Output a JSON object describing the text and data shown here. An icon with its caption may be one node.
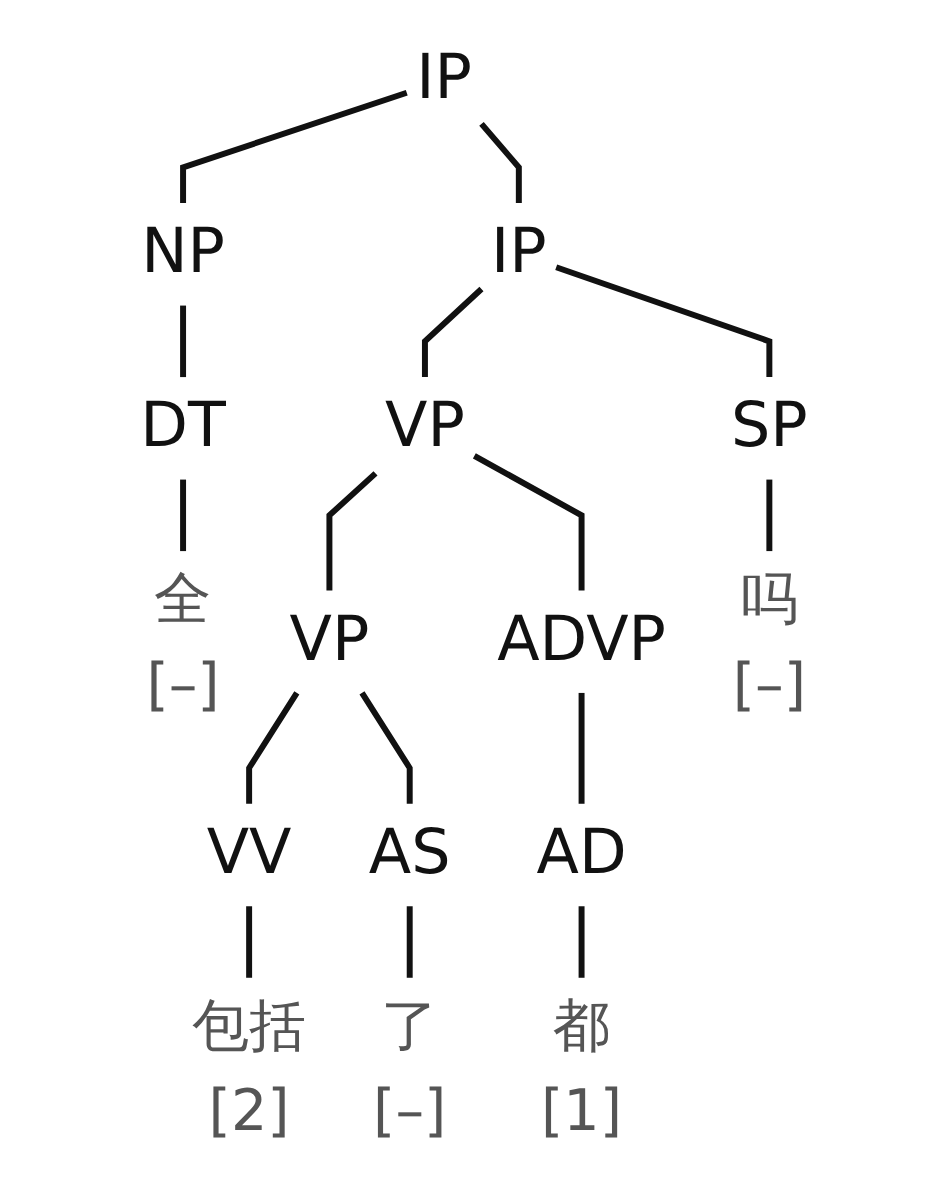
{
  "diagram": {
    "nodes": [
      {
        "text": [
          "IP"
        ]
      },
      {
        "text": [
          "NP"
        ]
      },
      {
        "text": [
          "IP"
        ]
      },
      {
        "text": [
          "DT"
        ]
      },
      {
        "text": [
          "VP"
        ]
      },
      {
        "text": [
          "SP"
        ]
      },
      {
        "text": [
          "全",
          "[–]"
        ]
      },
      {
        "text": [
          "VP"
        ]
      },
      {
        "text": [
          "ADVP"
        ]
      },
      {
        "text": [
          "吗",
          "[–]"
        ]
      },
      {
        "text": [
          "VV"
        ]
      },
      {
        "text": [
          "AS"
        ]
      },
      {
        "text": [
          "AD"
        ]
      },
      {
        "text": [
          "包括",
          "[2]"
        ]
      },
      {
        "text": [
          "了",
          "[–]"
        ]
      },
      {
        "text": [
          "都",
          "[1]"
        ]
      }
    ],
    "edges": [
      {
        "from": 0,
        "to": 1,
        "arrow": "none"
      },
      {
        "from": 0,
        "to": 2,
        "arrow": "none"
      },
      {
        "from": 1,
        "to": 3,
        "arrow": "none"
      },
      {
        "from": 2,
        "to": 4,
        "arrow": "none"
      },
      {
        "from": 2,
        "to": 5,
        "arrow": "none"
      },
      {
        "from": 3,
        "to": 6,
        "arrow": "none"
      },
      {
        "from": 4,
        "to": 7,
        "arrow": "none"
      },
      {
        "from": 4,
        "to": 8,
        "arrow": "none"
      },
      {
        "from": 5,
        "to": 9,
        "arrow": "none"
      },
      {
        "from": 7,
        "to": 10,
        "arrow": "none"
      },
      {
        "from": 7,
        "to": 11,
        "arrow": "none"
      },
      {
        "from": 8,
        "to": 12,
        "arrow": "none"
      },
      {
        "from": 10,
        "to": 13,
        "arrow": "none"
      },
      {
        "from": 11,
        "to": 14,
        "arrow": "none"
      },
      {
        "from": 12,
        "to": 15,
        "arrow": "none"
      }
    ]
  }
}
